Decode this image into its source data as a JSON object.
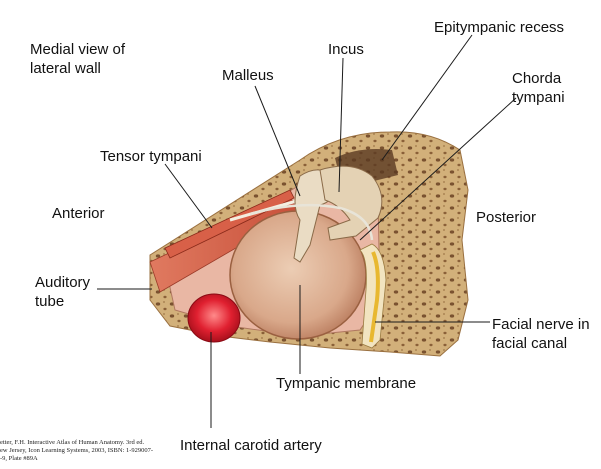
{
  "figure": {
    "view_label": "Medial view of\nlateral wall",
    "orientation": {
      "anterior": "Anterior",
      "posterior": "Posterior"
    },
    "structures": {
      "epitympanic_recess": "Epitympanic recess",
      "incus": "Incus",
      "malleus": "Malleus",
      "chorda_tympani": "Chorda\ntympani",
      "tensor_tympani": "Tensor tympani",
      "auditory_tube": "Auditory\ntube",
      "facial_nerve": "Facial nerve in\nfacial canal",
      "tympanic_membrane": "Tympanic membrane",
      "internal_carotid_artery": "Internal carotid artery"
    },
    "citation": "etter, F.H. Interactive Atlas of Human Anatomy. 3rd ed.\new Jersey, Icon Learning Systems, 2003, ISBN: 1-929007-\n-9, Plate #89A"
  },
  "colors": {
    "bone": "#c9a56a",
    "bone_dark": "#7a5230",
    "membrane": "#d9a88a",
    "muscle": "#c8503a",
    "artery": "#e02030",
    "nerve": "#e8b830",
    "leader": "#1a1a1a"
  }
}
